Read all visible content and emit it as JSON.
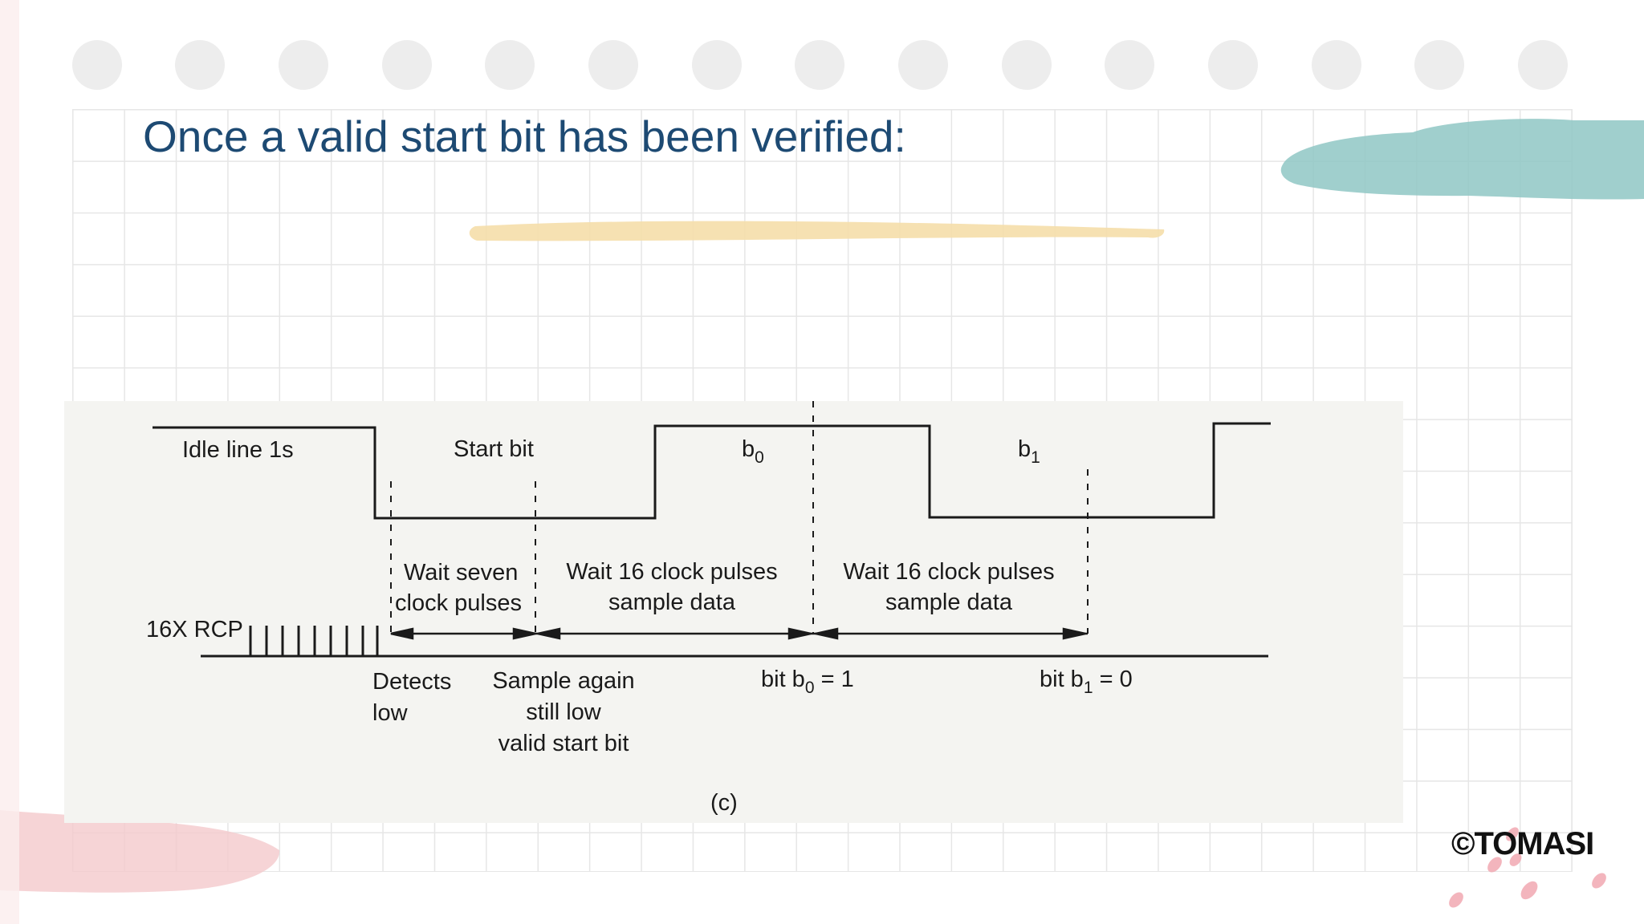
{
  "slide": {
    "title": "Once a valid start bit has been verified:",
    "credit": "©TOMASI",
    "colors": {
      "title": "#1d4a73",
      "highlight": "#f5deaa",
      "teal_brush": "#8fc7c4",
      "pink_brush": "#f4c9cc",
      "grid": "#e6e6e6",
      "dots": "#ededed"
    }
  },
  "diagram": {
    "labels": {
      "idle": "Idle line 1s",
      "start_bit": "Start bit",
      "b0_header": "b",
      "b0_sub": "0",
      "b1_header": "b",
      "b1_sub": "1",
      "wait_seven_1": "Wait seven",
      "wait_seven_2": "clock pulses",
      "wait16_a_1": "Wait 16 clock pulses",
      "wait16_a_2": "sample data",
      "wait16_b_1": "Wait 16 clock pulses",
      "wait16_b_2": "sample data",
      "rcp": "16X RCP",
      "detects_1": "Detects",
      "detects_2": "low",
      "sample_1": "Sample again",
      "sample_2": "still low",
      "sample_3": "valid start bit",
      "bit_b0_pre": "bit b",
      "bit_b0_sub": "0",
      "bit_b0_post": " = 1",
      "bit_b1_pre": "bit b",
      "bit_b1_sub": "1",
      "bit_b1_post": " = 0",
      "caption": "(c)"
    }
  }
}
